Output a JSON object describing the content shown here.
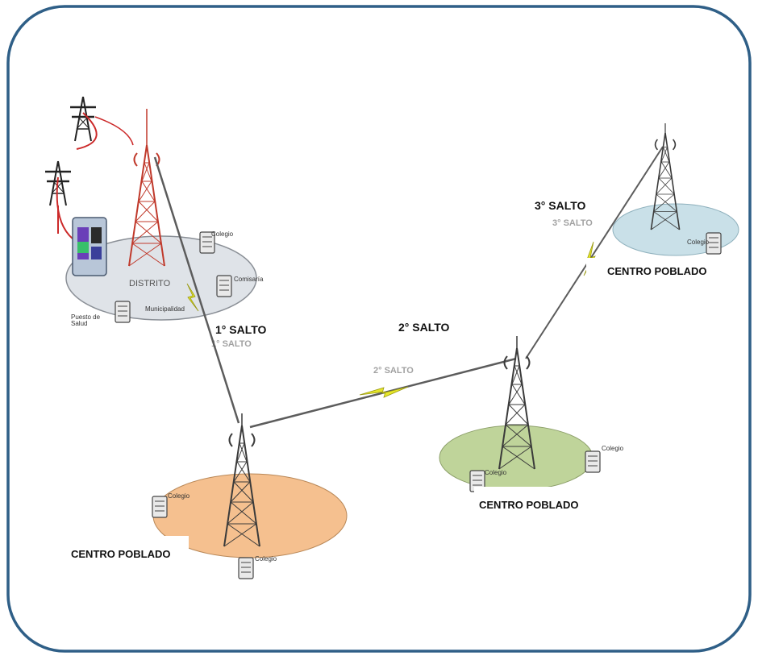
{
  "colors": {
    "frame": "#2f5f87",
    "tower": "#3a3a3a",
    "tower_main": "#c0392b",
    "link": "#5c5c5c",
    "bolt": "#e6e62a",
    "site_main": "#dfe3e8",
    "site_orange": "#f5c08f",
    "site_green": "#bfd49a",
    "site_blue": "#c9e0e8"
  },
  "hops": [
    {
      "label": "1° SALTO",
      "faint": "1° SALTO"
    },
    {
      "label": "2° SALTO",
      "faint": "2° SALTO"
    },
    {
      "label": "3° SALTO",
      "faint": "3° SALTO"
    }
  ],
  "populated_centers": [
    {
      "label": "CENTRO POBLADO"
    },
    {
      "label": "CENTRO POBLADO"
    },
    {
      "label": "CENTRO POBLADO"
    }
  ],
  "main_site": {
    "name": "DISTRITO",
    "labels": {
      "school": "Colegio",
      "municipality": "Comisaría",
      "health_post": "Puesto de Salud",
      "municipal": "Municipalidad"
    }
  },
  "site_labels": {
    "school": "Colegio"
  },
  "icons": [
    "transmission-tower-icon",
    "telecom-tower-icon",
    "building-icon",
    "power-cabinet-icon",
    "radio-link-bolt-icon"
  ]
}
